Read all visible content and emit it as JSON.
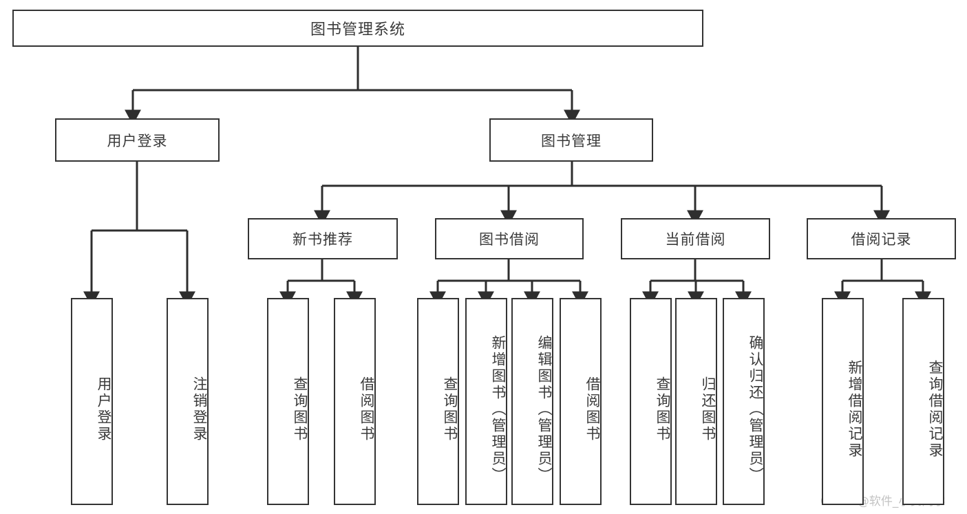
{
  "diagram": {
    "title": "图书管理系统",
    "type": "tree",
    "root": {
      "label": "图书管理系统"
    },
    "level1": [
      {
        "label": "用户登录"
      },
      {
        "label": "图书管理"
      }
    ],
    "level2": [
      {
        "label": "新书推荐"
      },
      {
        "label": "图书借阅"
      },
      {
        "label": "当前借阅"
      },
      {
        "label": "借阅记录"
      }
    ],
    "leaves": {
      "user_login": [
        {
          "label": "用户登录"
        },
        {
          "label": "注销登录"
        }
      ],
      "new_book_recommend": [
        {
          "label": "查询图书"
        },
        {
          "label": "借阅图书"
        }
      ],
      "book_borrow": [
        {
          "label": "查询图书"
        },
        {
          "label": "新增图书（管理员）"
        },
        {
          "label": "编辑图书（管理员）"
        },
        {
          "label": "借阅图书"
        }
      ],
      "current_borrow": [
        {
          "label": "查询图书"
        },
        {
          "label": "归还图书"
        },
        {
          "label": "确认归还（管理员）"
        }
      ],
      "borrow_record": [
        {
          "label": "新增借阅记录"
        },
        {
          "label": "查询借阅记录"
        }
      ]
    }
  },
  "watermark": {
    "text": "CSDN @软件_小贺同学"
  },
  "colors": {
    "border": "#333333",
    "text": "#3a3a3a",
    "background": "#ffffff",
    "watermark": "#c3c3c3"
  }
}
